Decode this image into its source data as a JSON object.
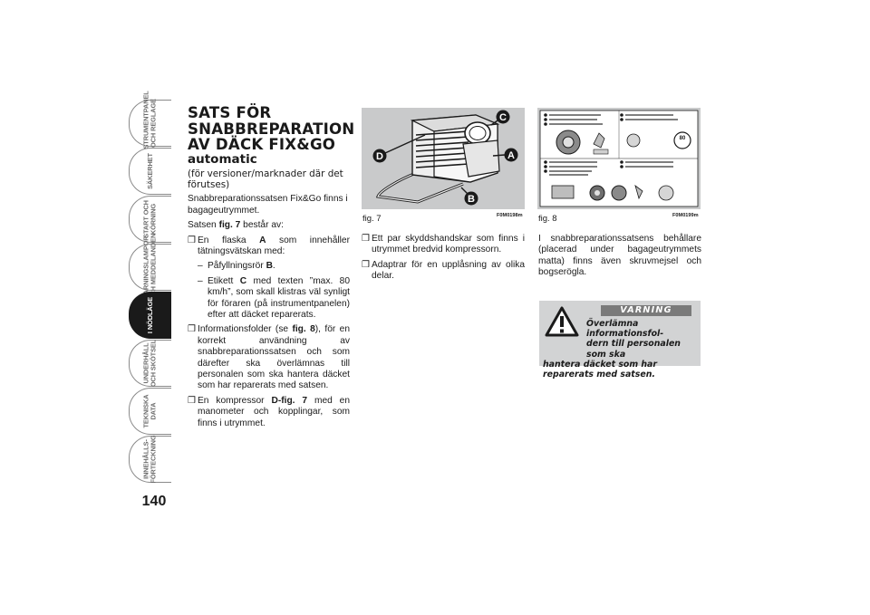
{
  "side_tabs": [
    {
      "label": "INSTRUMENTPANEL\nOCH REGLAGE",
      "active": false
    },
    {
      "label": "SÄKERHET",
      "active": false
    },
    {
      "label": "START OCH\nKÖRNING",
      "active": false
    },
    {
      "label": "VARNINGSLAMPOR\nOCH MEDDELANDEN",
      "active": false
    },
    {
      "label": "I NÖDLÄGE",
      "active": true
    },
    {
      "label": "UNDERHÅLL\nOCH SKÖTSEL",
      "active": false
    },
    {
      "label": "TEKNISKA\nDATA",
      "active": false
    },
    {
      "label": "INNEHÅLLS-\nFÖRTECKNING",
      "active": false
    }
  ],
  "page_number": "140",
  "section": {
    "title_line1": "SATS FÖR",
    "title_line2": "SNABBREPARATION",
    "title_line3": "AV DÄCK FIX&GO",
    "title_line4": "automatic",
    "note": "(för versioner/marknader där det förutses)",
    "intro": "Snabbreparationssatsen Fix&Go finns i bagageutrymmet.",
    "kit_prefix": "Satsen ",
    "kit_ref": "fig. 7",
    "kit_suffix": " består av:",
    "b1_pre": "En flaska ",
    "b1_ref": "A",
    "b1_post": " som innehåller tätningsvätskan med:",
    "d1_pre": "Påfyllningsrör ",
    "d1_ref": "B",
    "d1_post": ".",
    "d2_pre": "Etikett ",
    "d2_ref": "C",
    "d2_post": " med texten ”max. 80 km/h”, som skall klistras väl synligt för föraren (på instrumentpanelen) efter att däcket reparerats.",
    "b2_pre": "Informationsfolder (se ",
    "b2_ref": "fig. 8",
    "b2_post": "), för en korrekt användning av snabbreparationssatsen och som därefter ska överlämnas till personalen som ska hantera däcket som har reparerats med satsen.",
    "b3_pre": "En kompressor ",
    "b3_ref": "D-fig. 7",
    "b3_post": " med en manometer och kopplingar, som finns i utrymmet."
  },
  "col2": {
    "b4": "Ett par skyddshandskar som finns i utrymmet bredvid kompressorn.",
    "b5": "Adaptrar för en upplåsning av olika delar."
  },
  "col3": {
    "text": "I snabbreparationssatsens behållare (placerad under bagageutrymmets matta) finns även skruvmejsel och bogserögla."
  },
  "figures": [
    {
      "caption": "fig. 7",
      "code": "F0M0198m",
      "labels": [
        "C",
        "D",
        "A",
        "B"
      ]
    },
    {
      "caption": "fig. 8",
      "code": "F0M0199m"
    }
  ],
  "warning": {
    "title": "VARNING",
    "line_a": "Överlämna informationsfol-",
    "line_b": "dern till personalen som ska",
    "line_c": "hantera däcket som har reparerats med satsen."
  },
  "colors": {
    "tab_active": "#1a1a1a",
    "figure_bg": "#c9cacb",
    "warning_bg": "#d2d3d4",
    "warning_title_bg": "#7a7a7a"
  }
}
